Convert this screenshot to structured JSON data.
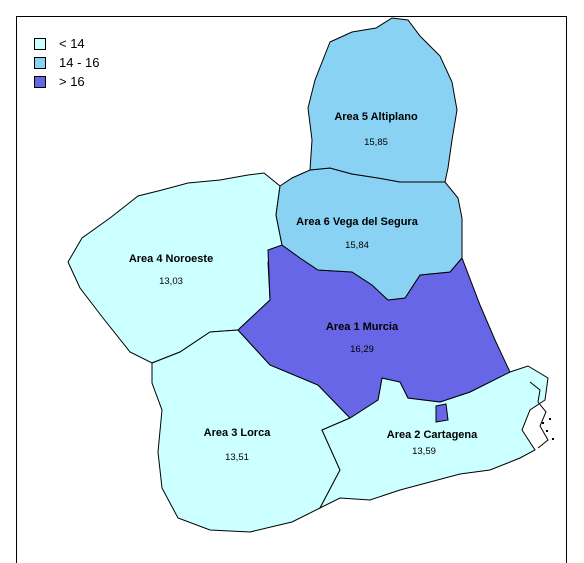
{
  "legend": {
    "items": [
      {
        "label": "< 14",
        "color": "#ccffff"
      },
      {
        "label": "14  - 16",
        "color": "#8ad2f3"
      },
      {
        "label": "> 16",
        "color": "#6666e6"
      }
    ]
  },
  "map": {
    "areas": [
      {
        "name": "Area 5  Altiplano",
        "value": "15,85",
        "class": "14  - 16",
        "color": "#8ad2f3"
      },
      {
        "name": "Area 6 Vega del Segura",
        "value": "15,84",
        "class": "14  - 16",
        "color": "#8ad2f3"
      },
      {
        "name": "Area 4 Noroeste",
        "value": "13,03",
        "class": "< 14",
        "color": "#ccffff"
      },
      {
        "name": "Area 1  Murcia",
        "value": "16,29",
        "class": "> 16",
        "color": "#6666e6"
      },
      {
        "name": "Area 3 Lorca",
        "value": "13,51",
        "class": "< 14",
        "color": "#ccffff"
      },
      {
        "name": "Area 2 Cartagena",
        "value": "13,59",
        "class": "< 14",
        "color": "#ccffff"
      }
    ]
  }
}
